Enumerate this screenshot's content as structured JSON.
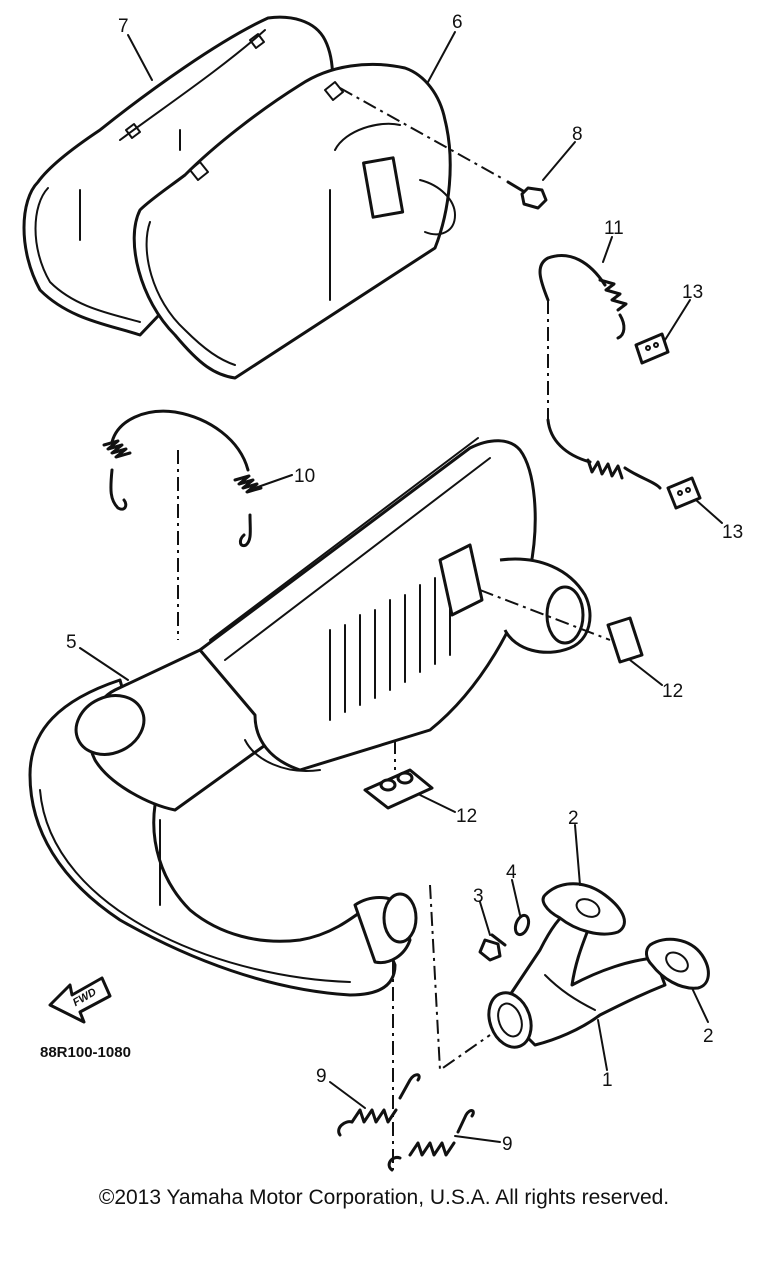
{
  "diagram": {
    "part_code": "88R100-1080",
    "fwd_label": "FWD",
    "callouts": {
      "c1": "1",
      "c2a": "2",
      "c2b": "2",
      "c3": "3",
      "c4": "4",
      "c5": "5",
      "c6": "6",
      "c7": "7",
      "c8": "8",
      "c9a": "9",
      "c9b": "9",
      "c10": "10",
      "c11": "11",
      "c12a": "12",
      "c12b": "12",
      "c13a": "13",
      "c13b": "13"
    }
  },
  "footer": {
    "copyright": "©2013 Yamaha Motor Corporation, U.S.A. All rights reserved."
  }
}
